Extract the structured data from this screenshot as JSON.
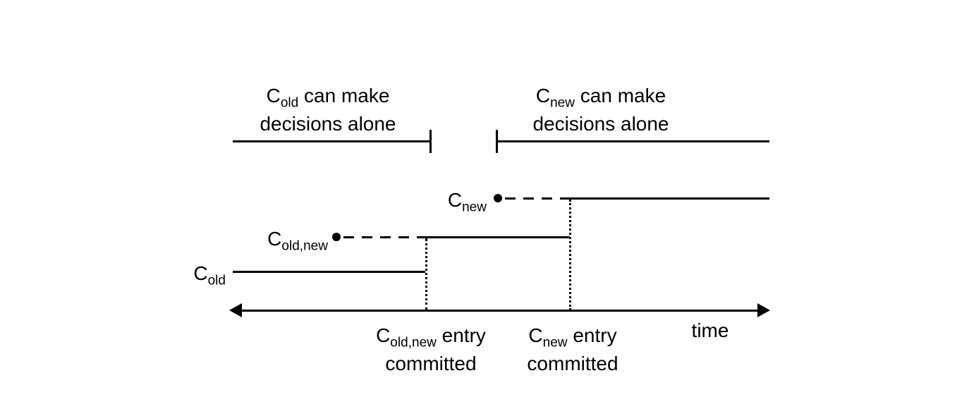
{
  "annotations": {
    "old_alone": {
      "c": "C",
      "sub": "old",
      "rest": " can make",
      "line2": "decisions alone"
    },
    "new_alone": {
      "c": "C",
      "sub": "new",
      "rest": " can make",
      "line2": "decisions alone"
    }
  },
  "series_labels": {
    "c_new": {
      "c": "C",
      "sub": "new"
    },
    "c_old_new": {
      "c": "C",
      "sub": "old,new"
    },
    "c_old": {
      "c": "C",
      "sub": "old"
    }
  },
  "event_labels": {
    "old_new_committed": {
      "c": "C",
      "sub": "old,new",
      "rest": " entry",
      "line2": "committed"
    },
    "new_committed": {
      "c": "C",
      "sub": "new",
      "rest": " entry",
      "line2": "committed"
    }
  },
  "axis": {
    "label": "time"
  },
  "colors": {
    "ink": "#000000",
    "background": "#ffffff"
  }
}
